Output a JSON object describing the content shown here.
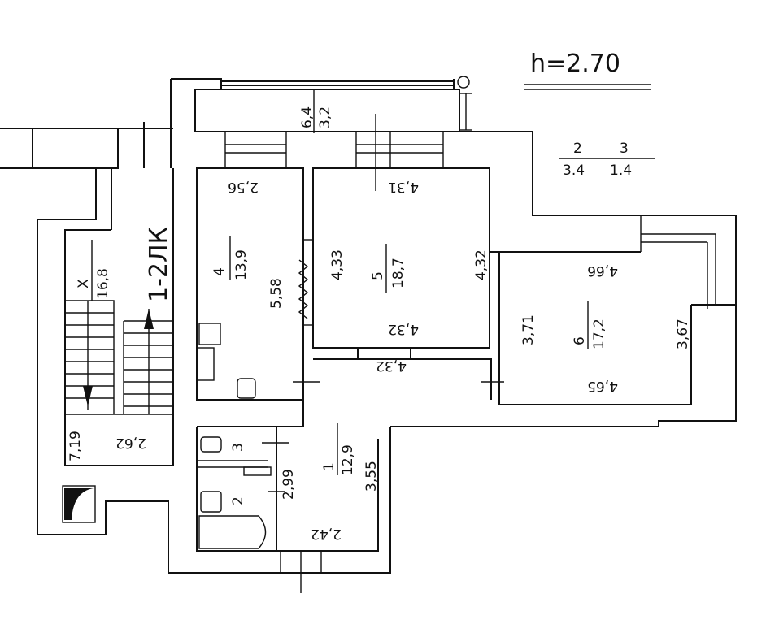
{
  "plan": {
    "ceiling_height": "h=2.70",
    "legend": [
      {
        "number": "2",
        "area": "3.4"
      },
      {
        "number": "3",
        "area": "1.4"
      }
    ],
    "balcony": {
      "area": "6,4",
      "dim": "3,2"
    },
    "stairwell": {
      "label": "X",
      "area": "16,8",
      "stair_code": "1-2ЛК",
      "dim_v": "7,19",
      "dim_h": "2,62"
    },
    "rooms": {
      "kitchen": {
        "number": "4",
        "area": "13,9",
        "top": "2,56",
        "side": "5,58"
      },
      "room5": {
        "number": "5",
        "area": "18,7",
        "top": "4,31",
        "left": "4,33",
        "right": "4,32",
        "bottom": "4,32"
      },
      "corridor": {
        "dim": "4,32"
      },
      "room6": {
        "number": "6",
        "area": "17,2",
        "top": "4,66",
        "left": "3,71",
        "right": "3,67",
        "bottom": "4,65"
      },
      "hall": {
        "number": "1",
        "area": "12,9",
        "dim_v": "3,55",
        "dim_side": "2,99",
        "bottom": "2,42"
      },
      "toilet": {
        "number": "3"
      },
      "bathroom": {
        "number": "2"
      }
    }
  }
}
